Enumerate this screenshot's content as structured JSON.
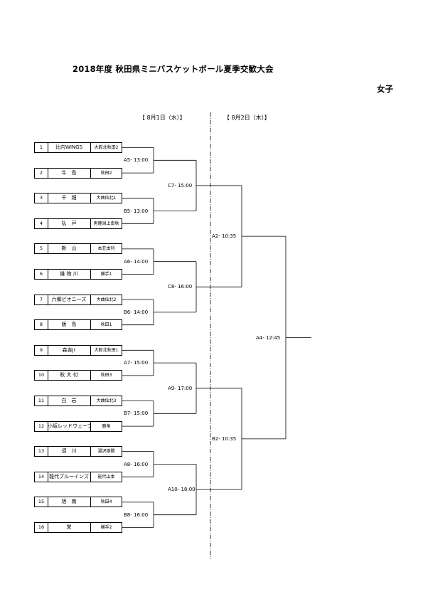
{
  "header": {
    "title": "2018年度 秋田県ミニバスケットボール夏季交歓大会",
    "division": "女子"
  },
  "days": [
    "【 8月1日（水）】",
    "【 8月2日（木）】"
  ],
  "teams": [
    {
      "seed": "1",
      "name": "比内WINGS",
      "venue": "大館北秋田2"
    },
    {
      "seed": "2",
      "name": "牛　島",
      "venue": "秋田2"
    },
    {
      "seed": "3",
      "name": "千　畑",
      "venue": "大曲仙北1"
    },
    {
      "seed": "4",
      "name": "払　戸",
      "venue": "男鹿潟上南秋"
    },
    {
      "seed": "5",
      "name": "新　山",
      "venue": "本荘由利"
    },
    {
      "seed": "6",
      "name": "雄 物 川",
      "venue": "横手1"
    },
    {
      "seed": "7",
      "name": "六郷ピオニーズ",
      "venue": "大曲仙北2"
    },
    {
      "seed": "8",
      "name": "飯　島",
      "venue": "秋田1"
    },
    {
      "seed": "9",
      "name": "森吉Jr",
      "venue": "大館北秋田1"
    },
    {
      "seed": "10",
      "name": "秋 大 付",
      "venue": "秋田3"
    },
    {
      "seed": "11",
      "name": "白　岩",
      "venue": "大曲仙北3"
    },
    {
      "seed": "12",
      "name": "小坂レッドウェーブ",
      "venue": "鹿角"
    },
    {
      "seed": "13",
      "name": "須　川",
      "venue": "湯沢雄勝"
    },
    {
      "seed": "14",
      "name": "能代ブルーインズ",
      "venue": "能代山本"
    },
    {
      "seed": "15",
      "name": "旭　南",
      "venue": "秋田4"
    },
    {
      "seed": "16",
      "name": "栄",
      "venue": "横手2"
    }
  ],
  "round1": [
    "A5- 13:00",
    "B5- 13:00",
    "A6- 14:00",
    "B6- 14:00",
    "A7- 15:00",
    "B7- 15:00",
    "A8- 16:00",
    "B8- 16:00"
  ],
  "round2": [
    "C7- 15:00",
    "C8- 16:00",
    "A9- 17:00",
    "A10- 18:00"
  ],
  "round3": [
    "A2- 10:35",
    "B2- 10:35"
  ],
  "final": [
    "A4- 12:45"
  ]
}
